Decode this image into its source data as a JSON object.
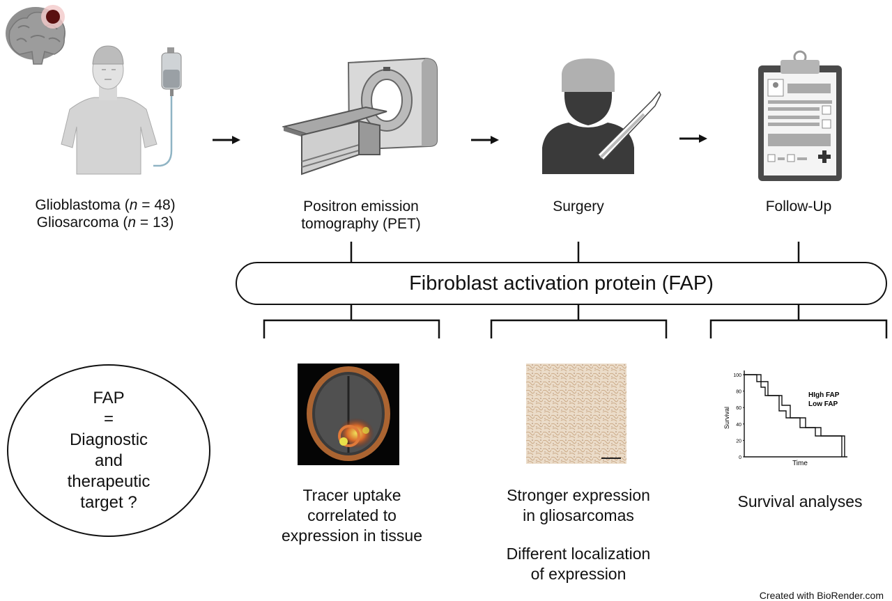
{
  "steps": {
    "patients": {
      "line1_a": "Glioblastoma (",
      "line1_n": "n",
      "line1_b": " = 48)",
      "line2_a": "Gliosarcoma (",
      "line2_n": "n",
      "line2_b": " = 13)"
    },
    "pet": {
      "line1": "Positron emission",
      "line2": "tomography (PET)"
    },
    "surgery": {
      "label": "Surgery"
    },
    "followup": {
      "label": "Follow-Up"
    }
  },
  "center": {
    "label": "Fibroblast activation protein (FAP)"
  },
  "question": {
    "line1": "FAP",
    "line2": "=",
    "line3": "Diagnostic",
    "line4": "and",
    "line5": "therapeutic",
    "line6": "target ?"
  },
  "results": {
    "tracer": {
      "line1": "Tracer uptake",
      "line2": "correlated to",
      "line3": "expression in tissue"
    },
    "expression": {
      "line1": "Stronger expression",
      "line2": "in gliosarcomas",
      "line3": "Different localization",
      "line4": "of expression"
    },
    "survival": {
      "label": "Survival analyses"
    }
  },
  "km_plot": {
    "legend1": "HIgh FAP",
    "legend2": "Low FAP",
    "ylabel": "Survival",
    "xlabel": "Time",
    "yticks": [
      "100",
      "80",
      "60",
      "40",
      "20",
      "0"
    ]
  },
  "colors": {
    "line": "#111111",
    "icon_dark": "#3a3a3a",
    "icon_gray": "#c8c8c8"
  },
  "credit": "Created with BioRender.com"
}
